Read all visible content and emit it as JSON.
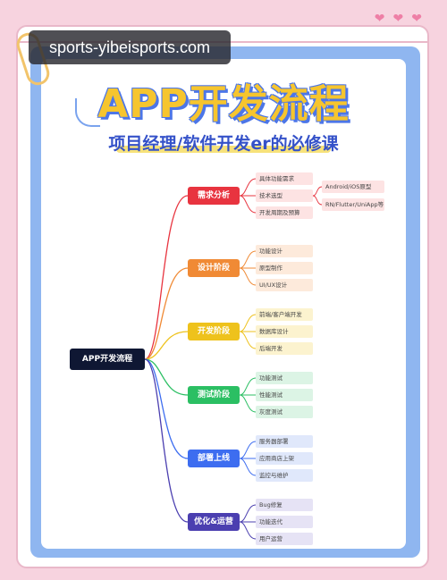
{
  "watermark": "sports-yibeisports.com",
  "title": "APP开发流程",
  "subtitle": "项目经理/软件开发er的必修课",
  "mindmap": {
    "root": "APP开发流程",
    "stages": [
      {
        "label": "需求分析",
        "color": "#e8343f",
        "leaf_bg": "#fde3e3",
        "children": [
          "具体功能需求",
          "技术选型",
          "开发周期及预算"
        ],
        "tech_options": [
          "Android/iOS原型",
          "RN/Flutter/UniApp等"
        ]
      },
      {
        "label": "设计阶段",
        "color": "#f08a35",
        "leaf_bg": "#fdeadb",
        "children": [
          "功能设计",
          "原型制作",
          "UI/UX设计"
        ]
      },
      {
        "label": "开发阶段",
        "color": "#eec21c",
        "leaf_bg": "#fcf3cf",
        "children": [
          "前端/客户端开发",
          "数据库设计",
          "后端开发"
        ]
      },
      {
        "label": "测试阶段",
        "color": "#2bbf63",
        "leaf_bg": "#dcf4e5",
        "children": [
          "功能测试",
          "性能测试",
          "灰度测试"
        ]
      },
      {
        "label": "部署上线",
        "color": "#3d6df0",
        "leaf_bg": "#e0e8fb",
        "children": [
          "服务器部署",
          "应用商店上架",
          "监控与维护"
        ]
      },
      {
        "label": "优化&运营",
        "color": "#4b3fb0",
        "leaf_bg": "#e6e3f5",
        "children": [
          "Bug修复",
          "功能迭代",
          "用户运营"
        ]
      }
    ]
  }
}
